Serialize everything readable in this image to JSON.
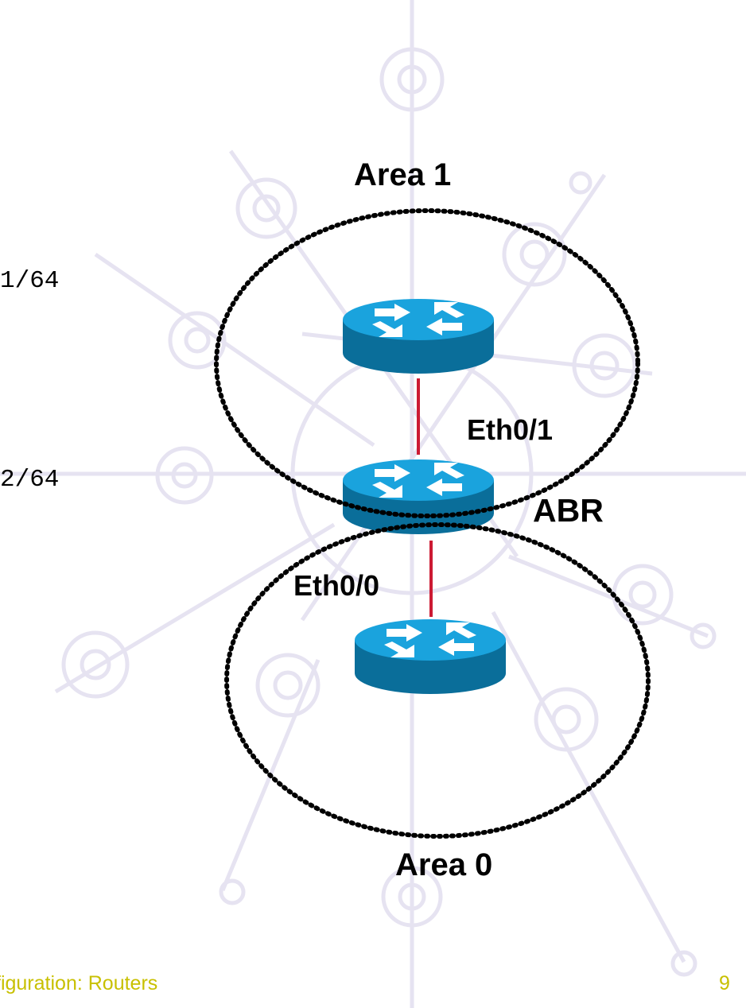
{
  "diagram": {
    "area_top_label": "Area 1",
    "area_bottom_label": "Area 0",
    "interface_top": "Eth0/1",
    "interface_bottom": "Eth0/0",
    "abr_label": "ABR",
    "address_1": "1/64",
    "address_2": "2/64"
  },
  "footer": {
    "title": "figuration: Routers",
    "page_number": "9"
  },
  "colors": {
    "link": "#cc1a33",
    "router_top": "#1aa3dd",
    "router_side": "#0a6e9a",
    "watermark": "#e4e1f0",
    "footer_text": "#c8c000"
  },
  "icons": [
    "router-icon",
    "router-icon",
    "router-icon"
  ]
}
